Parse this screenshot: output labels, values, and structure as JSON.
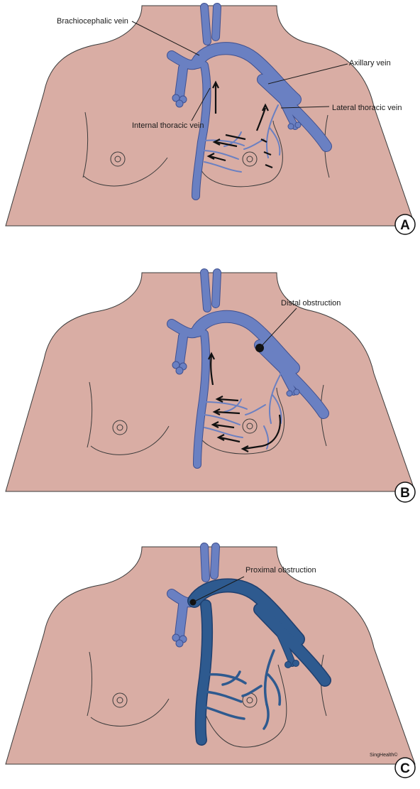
{
  "colors": {
    "skin": "#d9ada4",
    "skin_outline": "#3a3a3a",
    "vein_normal": "#6a80c2",
    "vein_outline": "#3f5090",
    "vein_engorged": "#2e5a8f",
    "arrow": "#111111"
  },
  "panels": [
    {
      "letter": "A",
      "labels": {
        "brachiocephalic": "Brachiocephalic vein",
        "axillary": "Axillary vein",
        "internal_thoracic": "Internal thoracic vein",
        "lateral_thoracic": "Lateral thoracic vein"
      }
    },
    {
      "letter": "B",
      "labels": {
        "distal": "Distal obstruction"
      }
    },
    {
      "letter": "C",
      "labels": {
        "proximal": "Proximal obstruction"
      },
      "credit": "SingHealth©"
    }
  ]
}
